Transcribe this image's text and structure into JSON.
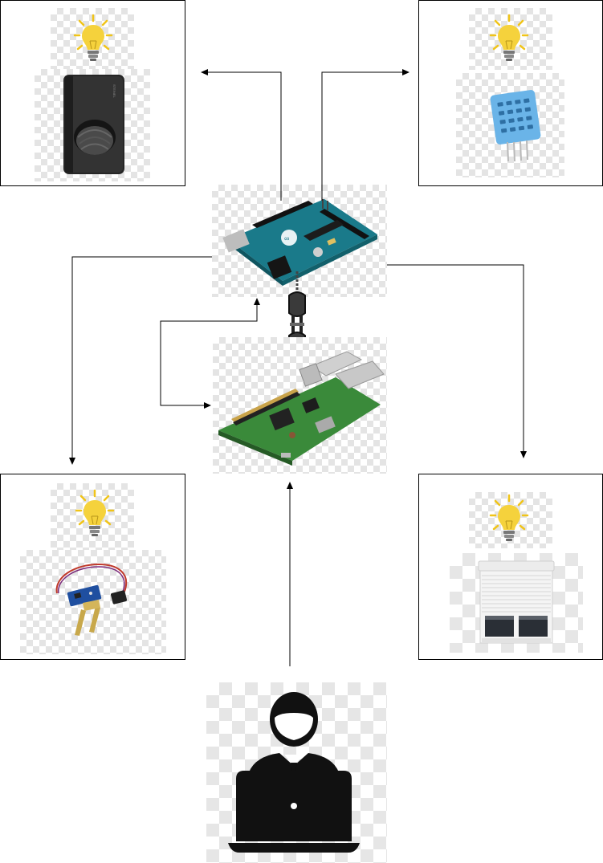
{
  "diagram": {
    "nodes": [
      {
        "id": "motion-sensor",
        "icon": "pir-motion-sensor-icon",
        "has_light": true
      },
      {
        "id": "humidity-sensor",
        "icon": "dht11-sensor-icon",
        "has_light": true
      },
      {
        "id": "soil-moisture-sensor",
        "icon": "soil-moisture-sensor-icon",
        "has_light": true
      },
      {
        "id": "roller-shutter",
        "icon": "roller-shutter-icon",
        "has_light": true
      },
      {
        "id": "arduino-uno",
        "icon": "arduino-board-icon"
      },
      {
        "id": "raspberry-pi",
        "icon": "raspberry-pi-board-icon"
      },
      {
        "id": "user-laptop",
        "icon": "user-laptop-icon"
      }
    ],
    "edges": [
      {
        "from": "arduino-uno",
        "to": "motion-sensor"
      },
      {
        "from": "arduino-uno",
        "to": "humidity-sensor"
      },
      {
        "from": "arduino-uno",
        "to": "soil-moisture-sensor"
      },
      {
        "from": "arduino-uno",
        "to": "roller-shutter"
      },
      {
        "from": "arduino-uno",
        "to": "raspberry-pi"
      },
      {
        "from": "raspberry-pi",
        "to": "arduino-uno"
      },
      {
        "from": "user-laptop",
        "to": "raspberry-pi"
      }
    ],
    "colors": {
      "line": "#000000",
      "bulb": "#f5d23c",
      "bulb_rays": "#f0c419",
      "arduino": "#1a7a8a",
      "raspberry_pi": "#3a8a3a",
      "dht_sensor": "#6ab4e8",
      "soil_board": "#1f4fa0",
      "user": "#111111"
    }
  }
}
